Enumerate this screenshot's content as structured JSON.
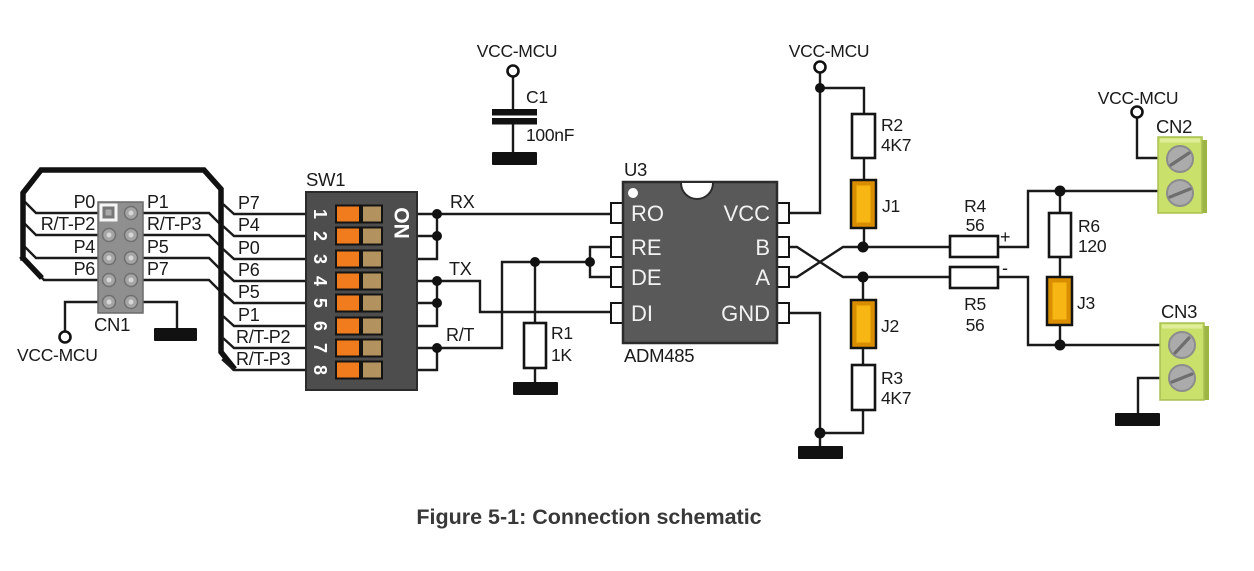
{
  "caption": "Figure 5-1: Connection schematic",
  "power": {
    "vcc_label": "VCC-MCU"
  },
  "cn1": {
    "ref": "CN1",
    "left_pin_labels": [
      "P0",
      "R/T-P2",
      "P4",
      "P6"
    ],
    "right_pin_labels": [
      "P1",
      "R/T-P3",
      "P5",
      "P7"
    ]
  },
  "bus": {
    "net_labels": [
      "P7",
      "P4",
      "P0",
      "P6",
      "P5",
      "P1",
      "R/T-P2",
      "R/T-P3"
    ]
  },
  "sw1": {
    "ref": "SW1",
    "on_label": "ON",
    "positions": [
      "1",
      "2",
      "3",
      "4",
      "5",
      "6",
      "7",
      "8"
    ]
  },
  "signals": {
    "rx": "RX",
    "tx": "TX",
    "rt": "R/T",
    "plus": "+",
    "minus": "-"
  },
  "c1": {
    "ref": "C1",
    "value": "100nF"
  },
  "r1": {
    "ref": "R1",
    "value": "1K"
  },
  "r2": {
    "ref": "R2",
    "value": "4K7"
  },
  "r3": {
    "ref": "R3",
    "value": "4K7"
  },
  "r4": {
    "ref": "R4",
    "value": "56"
  },
  "r5": {
    "ref": "R5",
    "value": "56"
  },
  "r6": {
    "ref": "R6",
    "value": "120"
  },
  "j1": {
    "ref": "J1"
  },
  "j2": {
    "ref": "J2"
  },
  "j3": {
    "ref": "J3"
  },
  "u3": {
    "ref": "U3",
    "part": "ADM485",
    "pins_left": [
      "RO",
      "RE",
      "DE",
      "DI"
    ],
    "pins_right": [
      "VCC",
      "B",
      "A",
      "GND"
    ]
  },
  "cn2": {
    "ref": "CN2"
  },
  "cn3": {
    "ref": "CN3"
  },
  "colors": {
    "wire": "#1a1a1a",
    "switch_orange": "#f07c1e",
    "switch_tan": "#b2935f",
    "component_gray": "#595959",
    "jumper_yellow": "#f7b613",
    "terminal_green": "#c9e06a",
    "caption_text": "#383838"
  }
}
